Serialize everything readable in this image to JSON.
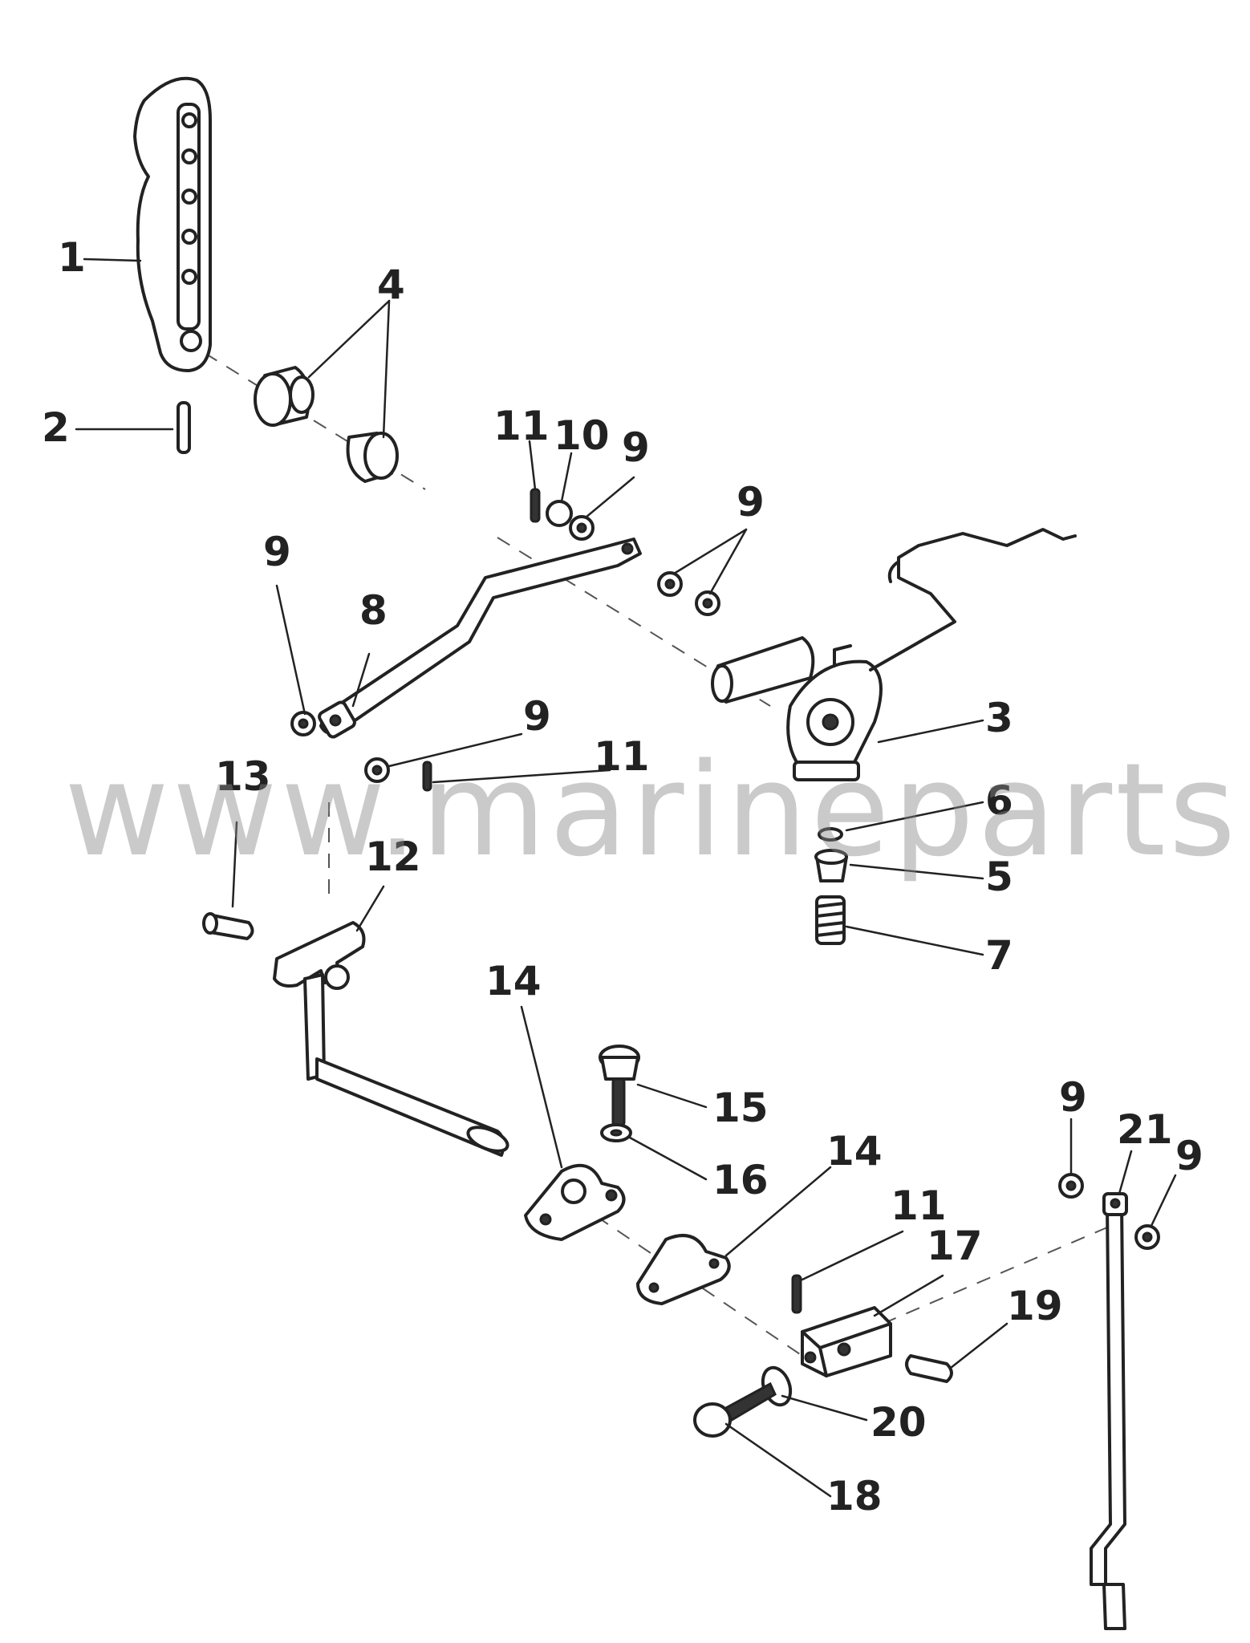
{
  "watermark": "www.marineparts.eu",
  "callouts": [
    {
      "id": "c1",
      "label": "1"
    },
    {
      "id": "c2",
      "label": "2"
    },
    {
      "id": "c4",
      "label": "4"
    },
    {
      "id": "c11a",
      "label": "11"
    },
    {
      "id": "c10",
      "label": "10"
    },
    {
      "id": "c9a",
      "label": "9"
    },
    {
      "id": "c9b",
      "label": "9"
    },
    {
      "id": "c9c",
      "label": "9"
    },
    {
      "id": "c8",
      "label": "8"
    },
    {
      "id": "c9d",
      "label": "9"
    },
    {
      "id": "c11b",
      "label": "11"
    },
    {
      "id": "c3",
      "label": "3"
    },
    {
      "id": "c6",
      "label": "6"
    },
    {
      "id": "c5",
      "label": "5"
    },
    {
      "id": "c7",
      "label": "7"
    },
    {
      "id": "c13",
      "label": "13"
    },
    {
      "id": "c12",
      "label": "12"
    },
    {
      "id": "c14a",
      "label": "14"
    },
    {
      "id": "c15",
      "label": "15"
    },
    {
      "id": "c16",
      "label": "16"
    },
    {
      "id": "c14b",
      "label": "14"
    },
    {
      "id": "c11c",
      "label": "11"
    },
    {
      "id": "c17",
      "label": "17"
    },
    {
      "id": "c9e",
      "label": "9"
    },
    {
      "id": "c21",
      "label": "21"
    },
    {
      "id": "c9f",
      "label": "9"
    },
    {
      "id": "c19",
      "label": "19"
    },
    {
      "id": "c20",
      "label": "20"
    },
    {
      "id": "c18",
      "label": "18"
    }
  ]
}
